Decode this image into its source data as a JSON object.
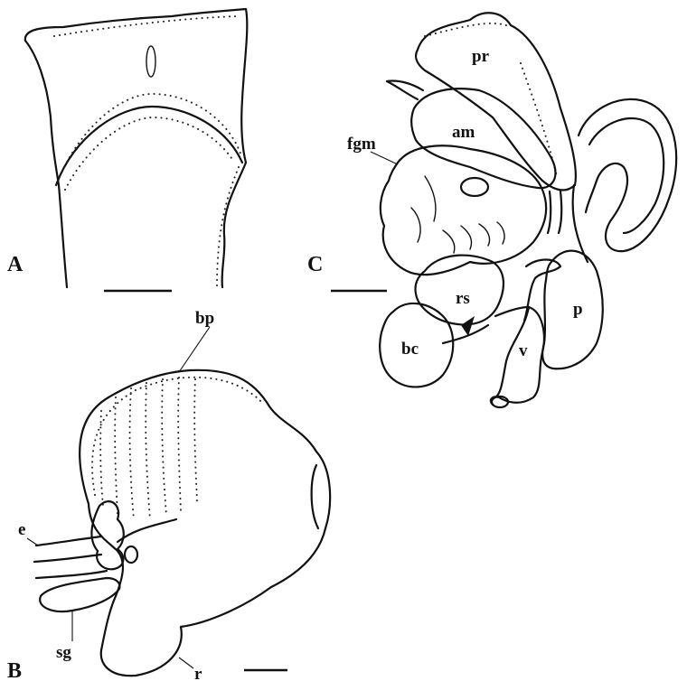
{
  "panels": {
    "A": {
      "letter": "A"
    },
    "B": {
      "letter": "B",
      "labels": {
        "bp": "bp",
        "e": "e",
        "sg": "sg",
        "r": "r"
      }
    },
    "C": {
      "letter": "C",
      "labels": {
        "pr": "pr",
        "am": "am",
        "fgm": "fgm",
        "rs": "rs",
        "bc": "bc",
        "p": "p",
        "v": "v"
      }
    }
  }
}
